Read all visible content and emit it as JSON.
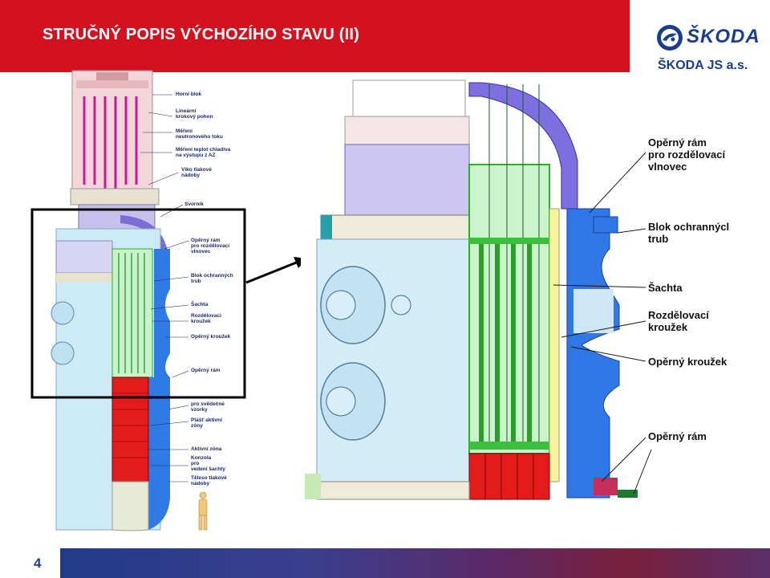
{
  "header": {
    "title": "STRUČNÝ POPIS VÝCHOZÍHO STAVU (II)"
  },
  "logo": {
    "brand": "ŠKODA",
    "company": "ŠKODA JS a.s."
  },
  "footer": {
    "page_number": "4"
  },
  "left_labels": [
    "Horní blok",
    "Lineární\nkrokový pohon",
    "Měření\nneutronového toku",
    "Měření teplot chladiva\nna výstupu z AZ",
    "Víko tlakové\nnádoby",
    "Svorník",
    "Opěrný rám\npro rozdělovací\nvlnovec",
    "Blok ochranných\ntrub",
    "Šachta",
    "Rozdělovací\nkroužek",
    "Opěrný kroužek",
    "Opěrný rám",
    "pro svědečné\nvzorky",
    "Plášť aktivní\nzóny",
    "Aktivní zóna",
    "Konzola\npro\nvedení šachty",
    "Těleso tlakové\nnádoby"
  ],
  "right_labels": [
    "Opěrný rám\npro rozdělovací\nvlnovec",
    "Blok ochrannýcl\ntrub",
    "Šachta",
    "Rozdělovací\nkroužek",
    "Opěrný kroužek",
    "Opěrný rám"
  ]
}
